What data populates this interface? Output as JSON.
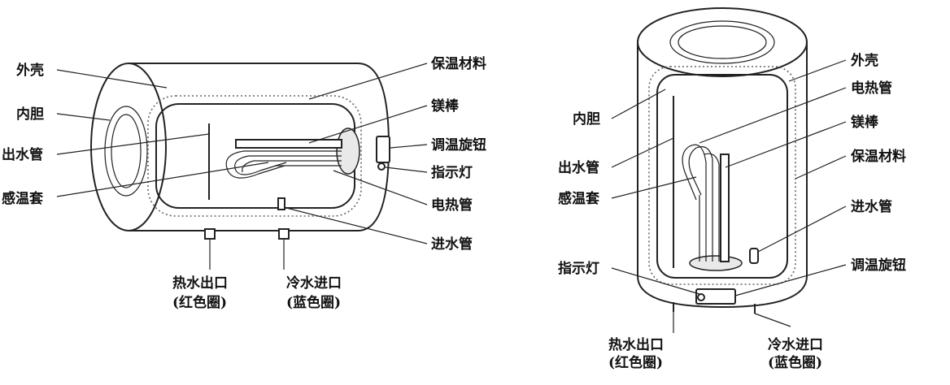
{
  "left_diagram": {
    "labels": {
      "shell": "外壳",
      "inner_tank": "内胆",
      "outlet_pipe": "出水管",
      "sensor_sleeve": "感温套",
      "insulation": "保温材料",
      "magnesium_rod": "镁棒",
      "thermostat_knob": "调温旋钮",
      "indicator_light": "指示灯",
      "heating_tube": "电热管",
      "inlet_pipe": "进水管",
      "hot_outlet": "热水出口",
      "hot_outlet_note": "(红色圈)",
      "cold_inlet": "冷水进口",
      "cold_inlet_note": "(蓝色圈)"
    }
  },
  "right_diagram": {
    "labels": {
      "shell": "外壳",
      "heating_tube": "电热管",
      "inner_tank": "内胆",
      "magnesium_rod": "镁棒",
      "outlet_pipe": "出水管",
      "insulation": "保温材料",
      "sensor_sleeve": "感温套",
      "inlet_pipe": "进水管",
      "indicator_light": "指示灯",
      "thermostat_knob": "调温旋钮",
      "hot_outlet": "热水出口",
      "hot_outlet_note": "(红色圈)",
      "cold_inlet": "冷水进口",
      "cold_inlet_note": "(蓝色圈)"
    }
  }
}
